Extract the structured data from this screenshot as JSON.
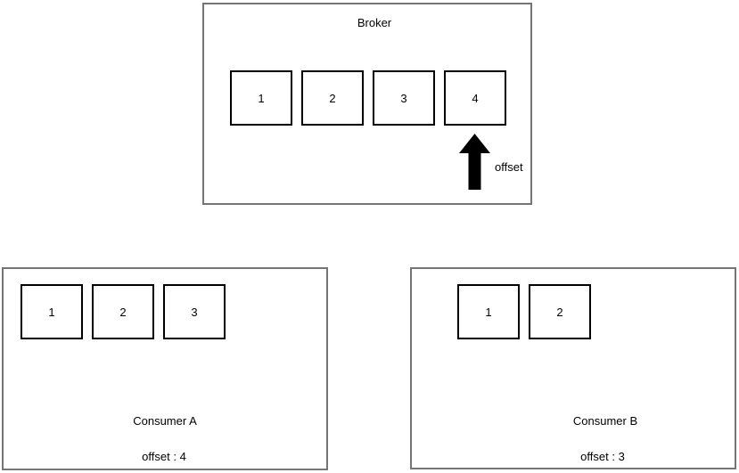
{
  "broker": {
    "title": "Broker",
    "messages": [
      "1",
      "2",
      "3",
      "4"
    ],
    "offset_label": "offset"
  },
  "consumer_a": {
    "title": "Consumer A",
    "messages": [
      "1",
      "2",
      "3"
    ],
    "offset_text": "offset : 4"
  },
  "consumer_b": {
    "title": "Consumer B",
    "messages": [
      "1",
      "2"
    ],
    "offset_text": "offset : 3"
  },
  "colors": {
    "outer_border": "#757575",
    "inner_border": "#000000",
    "arrow": "#000000",
    "background": "#ffffff"
  }
}
